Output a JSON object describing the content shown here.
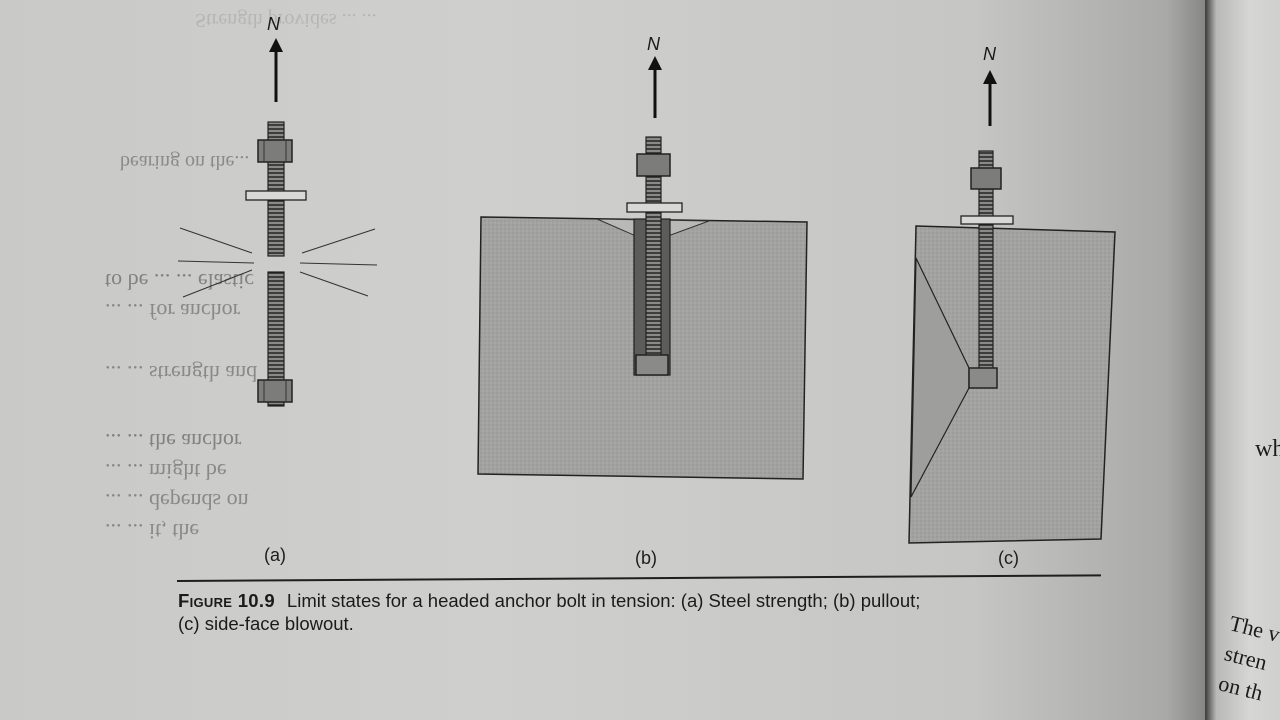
{
  "figure": {
    "force_label": "N",
    "panels": [
      {
        "id": "a",
        "label": "(a)"
      },
      {
        "id": "b",
        "label": "(b)"
      },
      {
        "id": "c",
        "label": "(c)"
      }
    ],
    "caption": {
      "number": "Figure 10.9",
      "line1": "Limit states for a headed anchor bolt in tension: (a) Steel strength; (b) pullout;",
      "line2": "(c) side-face blowout."
    }
  },
  "right_page": {
    "fragment_wh": "wh",
    "fragment_the": "The v",
    "fragment_stren": "stren",
    "fragment_on": "on th"
  }
}
